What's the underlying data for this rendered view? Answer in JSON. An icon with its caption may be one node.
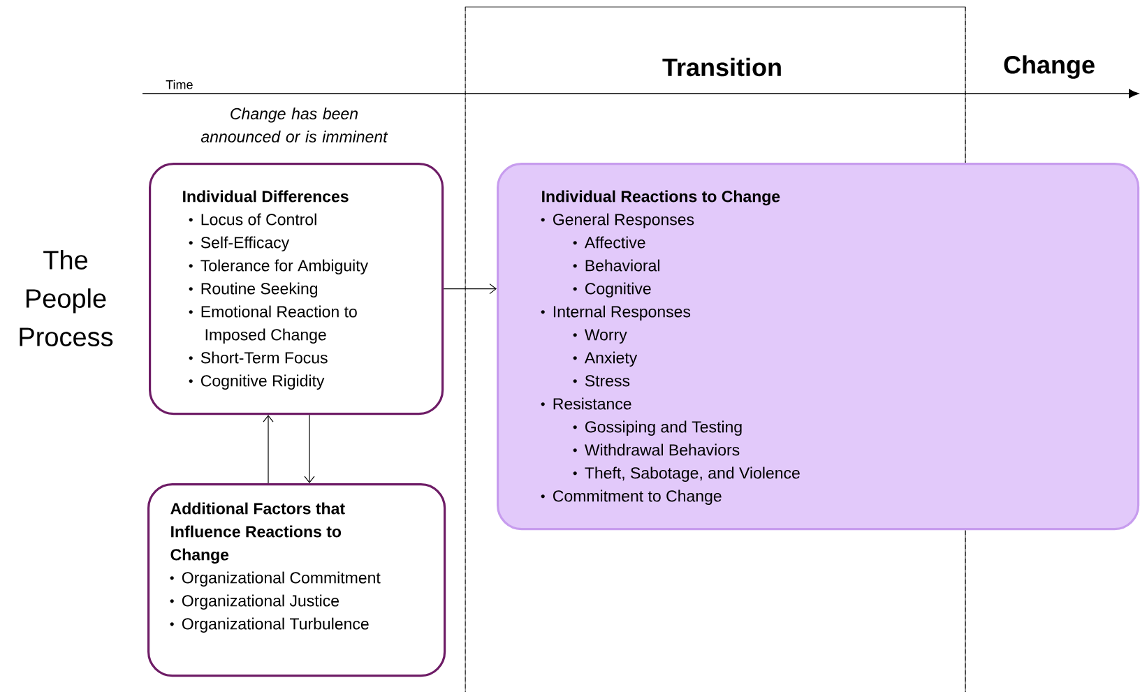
{
  "diagram": {
    "nodes": [
      {
        "text": [
          "Individual Differences",
          "Locus of Control",
          "Self-Efficacy",
          "Tolerance for Ambiguity",
          "Routine Seeking",
          "Emotional Reaction to Imposed Change",
          "Short-Term Focus",
          "Cognitive Rigidity"
        ]
      },
      {
        "text": [
          "Additional Factors that Influence Reactions to Change",
          "Organizational Commitment",
          "Organizational Justice",
          "Organizational Turbulence"
        ]
      },
      {
        "text": [
          "Individual Reactions to Change",
          "General Responses",
          "Affective",
          "Behavioral",
          "Cognitive",
          "Internal Responses",
          "Worry",
          "Anxiety",
          "Stress",
          "Resistance",
          "Gossiping and Testing",
          "Withdrawal Behaviors",
          "Theft, Sabotage, and Violence",
          "Commitment to Change"
        ]
      }
    ],
    "edges": [
      {
        "from": 0,
        "to": 2,
        "arrow": "to"
      },
      {
        "from": 1,
        "to": 0,
        "arrow": "to"
      },
      {
        "from": 0,
        "to": 1,
        "arrow": "to"
      }
    ],
    "labels": [
      "Transition",
      "Change",
      "Time",
      "Change has been announced or is imminent",
      "The People Process"
    ]
  }
}
